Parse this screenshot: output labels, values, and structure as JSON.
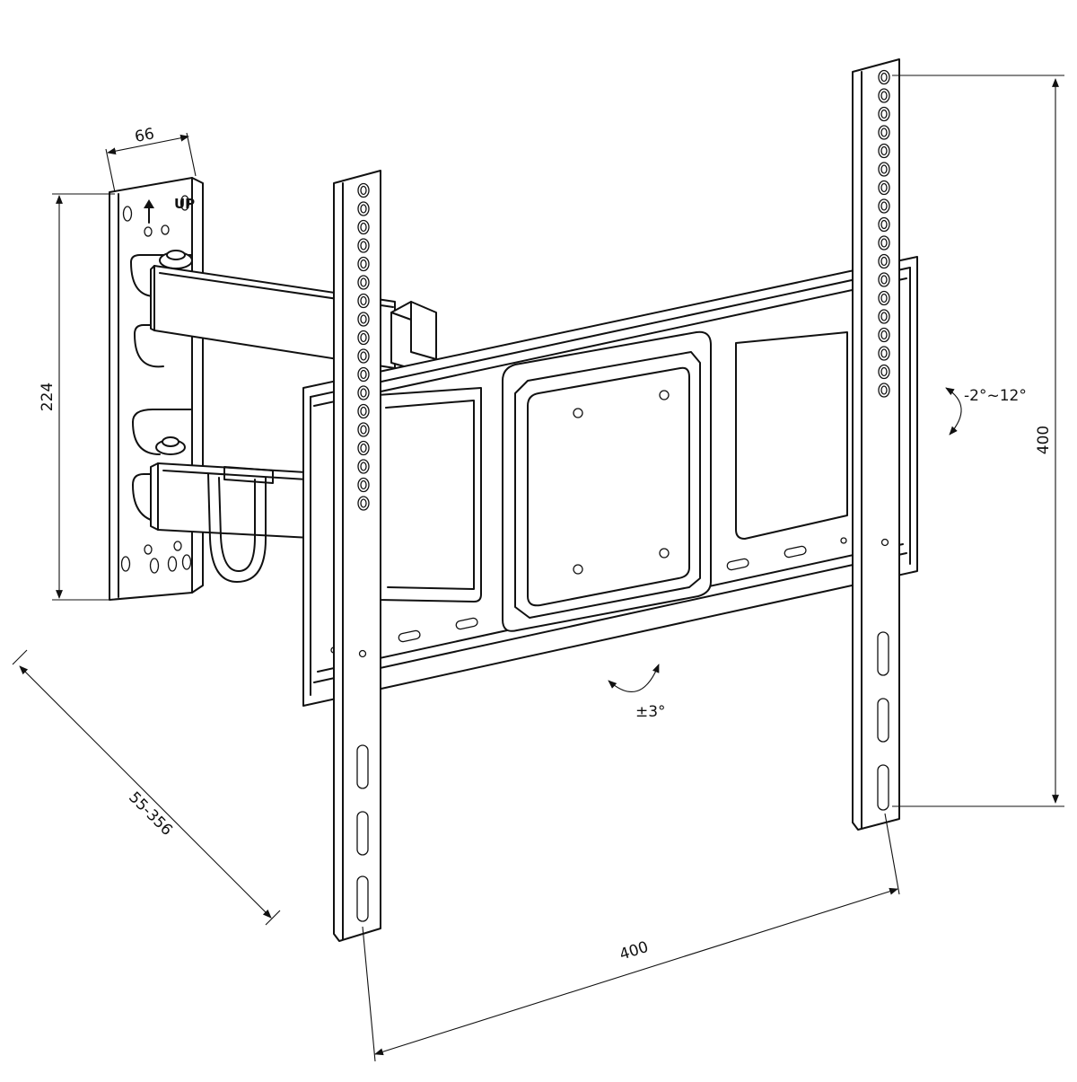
{
  "dimensions": {
    "wall_plate_width": "66",
    "wall_plate_height": "224",
    "extension": "55-356",
    "vesa_horizontal": "400",
    "vesa_vertical": "400"
  },
  "angles": {
    "tilt": "-2°~12°",
    "rotation": "±3°"
  },
  "labels": {
    "up_marker": "UP"
  }
}
